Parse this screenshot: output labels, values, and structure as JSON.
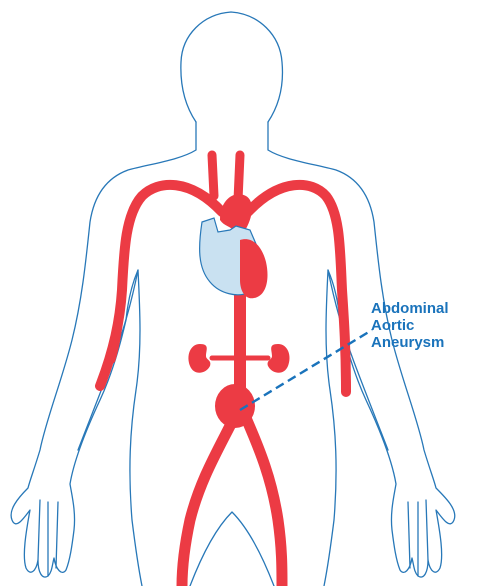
{
  "annotation": {
    "lines": [
      "Abdominal",
      "Aortic",
      "Aneurysm"
    ]
  },
  "colors": {
    "body_outline": "#2878b8",
    "vessels": "#ec3b44",
    "heart": "#c9e1f1",
    "label": "#1a73bb"
  },
  "icons": {
    "body": "human-body-outline",
    "heart": "heart-icon",
    "kidneys": "kidney-icon"
  }
}
